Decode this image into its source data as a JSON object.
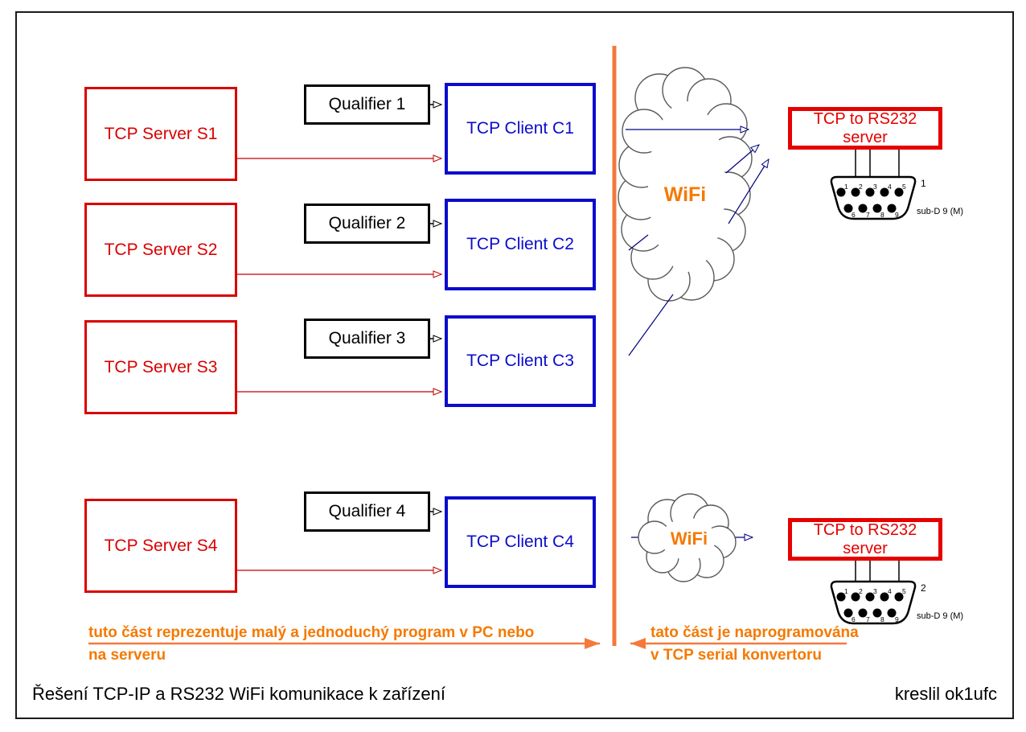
{
  "diagram": {
    "title": "Řešení TCP-IP a RS232 WiFi komunikace k zařízení",
    "credit": "kreslil ok1ufc"
  },
  "servers": [
    {
      "label": "TCP Server S1"
    },
    {
      "label": "TCP Server S2"
    },
    {
      "label": "TCP Server S3"
    },
    {
      "label": "TCP Server S4"
    }
  ],
  "qualifiers": [
    {
      "label": "Qualifier 1"
    },
    {
      "label": "Qualifier 2"
    },
    {
      "label": "Qualifier 3"
    },
    {
      "label": "Qualifier 4"
    }
  ],
  "clients": [
    {
      "label": "TCP Client C1"
    },
    {
      "label": "TCP Client C2"
    },
    {
      "label": "TCP Client C3"
    },
    {
      "label": "TCP Client C4"
    }
  ],
  "wifi": {
    "cloud1_label": "WiFi",
    "cloud2_label": "WiFi"
  },
  "converters": [
    {
      "label": "TCP to RS232 server",
      "connector_designator": "1",
      "connector_type": "sub-D 9 (M)",
      "pins_top": [
        "1",
        "2",
        "3",
        "4",
        "5"
      ],
      "pins_bottom": [
        "6",
        "7",
        "8",
        "9"
      ]
    },
    {
      "label": "TCP to RS232 server",
      "connector_designator": "2",
      "connector_type": "sub-D 9 (M)",
      "pins_top": [
        "1",
        "2",
        "3",
        "4",
        "5"
      ],
      "pins_bottom": [
        "6",
        "7",
        "8",
        "9"
      ]
    }
  ],
  "annotations": {
    "left_line1": "tuto část reprezentuje malý a jednoduchý program v PC nebo",
    "left_line2": "na serveru",
    "right_line1": "tato část je naprogramována",
    "right_line2": "v TCP serial konvertoru"
  },
  "colors": {
    "server_red": "#d90000",
    "client_blue": "#0b0bcc",
    "qualifier_black": "#000000",
    "converter_red": "#e60000",
    "divider_orange": "#f5793b",
    "annotation_orange": "#f57900",
    "wifi_line_navy": "#000080"
  }
}
